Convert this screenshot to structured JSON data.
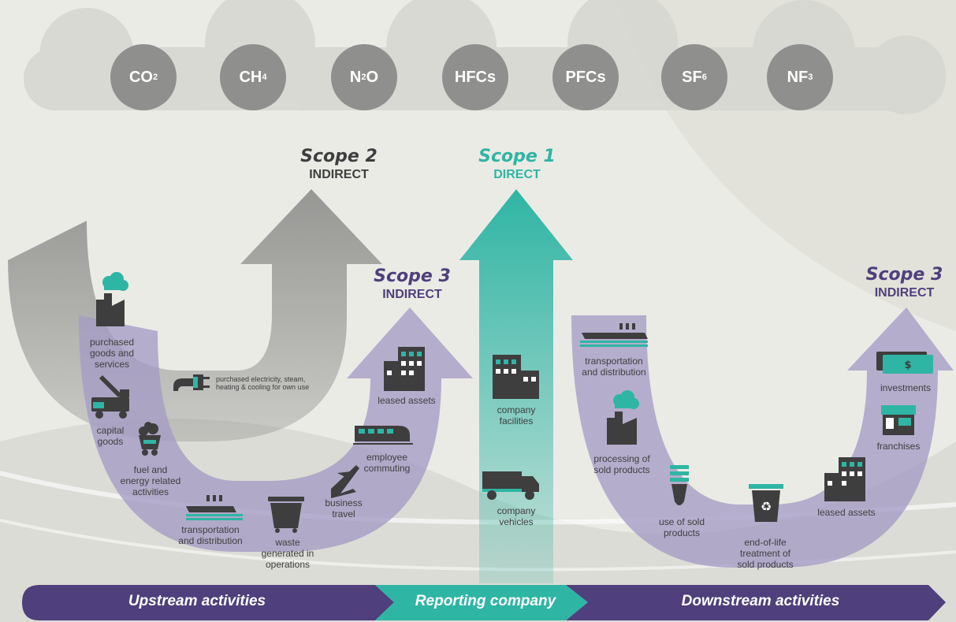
{
  "gases": [
    {
      "name": "CO",
      "sub": "2",
      "icon": "co2-gas-icon"
    },
    {
      "name": "CH",
      "sub": "4",
      "icon": "ch4-gas-icon"
    },
    {
      "name": "N",
      "sub": "2",
      "tail": "O",
      "icon": "n2o-gas-icon"
    },
    {
      "name": "HFCs",
      "sub": "",
      "icon": "hfcs-gas-icon"
    },
    {
      "name": "PFCs",
      "sub": "",
      "icon": "pfcs-gas-icon"
    },
    {
      "name": "SF",
      "sub": "6",
      "icon": "sf6-gas-icon"
    },
    {
      "name": "NF",
      "sub": "3",
      "icon": "nf3-gas-icon"
    }
  ],
  "scopes": {
    "scope2": {
      "title": "Scope 2",
      "type": "INDIRECT"
    },
    "scope1": {
      "title": "Scope 1",
      "type": "DIRECT"
    },
    "scope3_up": {
      "title": "Scope 3",
      "type": "INDIRECT"
    },
    "scope3_down": {
      "title": "Scope 3",
      "type": "INDIRECT"
    }
  },
  "upstream": {
    "purchased_goods": [
      "purchased",
      "goods and",
      "services"
    ],
    "capital_goods": [
      "capital",
      "goods"
    ],
    "fuel_energy": [
      "fuel and",
      "energy related",
      "activities"
    ],
    "transport": [
      "transportation",
      "and distribution"
    ],
    "waste": [
      "waste",
      "generated in",
      "operations"
    ],
    "business_travel": [
      "business",
      "travel"
    ],
    "employee_commuting": [
      "employee",
      "commuting"
    ],
    "leased_assets": "leased assets",
    "purchased_electricity": [
      "purchased electricity, steam,",
      "heating & cooling for own use"
    ]
  },
  "reporting": {
    "facilities": [
      "company",
      "facilities"
    ],
    "vehicles": [
      "company",
      "vehicles"
    ]
  },
  "downstream": {
    "transport": [
      "transportation",
      "and distribution"
    ],
    "processing": [
      "processing of",
      "sold products"
    ],
    "use": [
      "use of sold",
      "products"
    ],
    "end_of_life": [
      "end-of-life",
      "treatment of",
      "sold products"
    ],
    "leased_assets": "leased assets",
    "franchises": "franchises",
    "investments": "investments"
  },
  "band": {
    "upstream": "Upstream activities",
    "reporting": "Reporting company",
    "downstream": "Downstream activities"
  },
  "colors": {
    "purple": "#4f3f7c",
    "purple_light": "#a59bc4",
    "teal": "#2fb5a4",
    "gray": "#8f8f8d",
    "icon": "#3e3e3e"
  }
}
